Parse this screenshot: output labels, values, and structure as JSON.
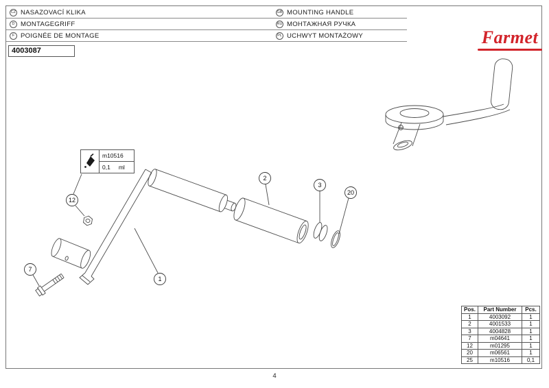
{
  "colors": {
    "brand_red": "#d2232a"
  },
  "logo": {
    "text": "Farmet"
  },
  "header": {
    "left": [
      {
        "code": "CZ",
        "label": "NASAZOVACÍ KLIKA"
      },
      {
        "code": "D",
        "label": "MONTAGEGRIFF"
      },
      {
        "code": "F",
        "label": "POIGNÉE DE MONTAGE"
      }
    ],
    "right": [
      {
        "code": "GB",
        "label": "MOUNTING HANDLE"
      },
      {
        "code": "RU",
        "label": "МОНТАЖНАЯ РУЧКА"
      },
      {
        "code": "PL",
        "label": "UCHWYT MONTAŻOWY"
      }
    ],
    "part_number": "4003087"
  },
  "drawing": {
    "glue_note": {
      "part": "m10516",
      "qty": "0,1",
      "unit": "ml"
    },
    "callouts": {
      "item1": "1",
      "item2": "2",
      "item3": "3",
      "item7": "7",
      "item12": "12",
      "item20": "20"
    }
  },
  "parts_table": {
    "headers": [
      "Pos.",
      "Part Number",
      "Pcs."
    ],
    "rows": [
      {
        "pos": "1",
        "part": "4003092",
        "pcs": "1"
      },
      {
        "pos": "2",
        "part": "4001533",
        "pcs": "1"
      },
      {
        "pos": "3",
        "part": "4004828",
        "pcs": "1"
      },
      {
        "pos": "7",
        "part": "m04641",
        "pcs": "1"
      },
      {
        "pos": "12",
        "part": "m01295",
        "pcs": "1"
      },
      {
        "pos": "20",
        "part": "m06561",
        "pcs": "1"
      },
      {
        "pos": "25",
        "part": "m10516",
        "pcs": "0,1"
      }
    ]
  },
  "footer": {
    "page_number": "4"
  }
}
